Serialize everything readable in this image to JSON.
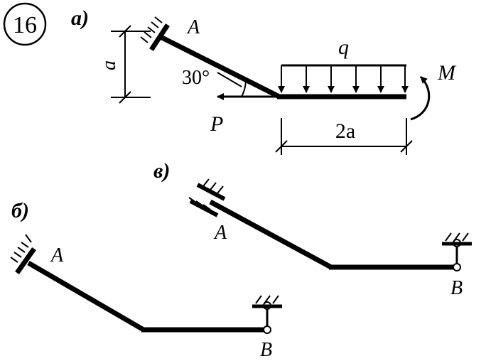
{
  "problem_number": "16",
  "parts": {
    "a": "а)",
    "b": "б)",
    "v": "в)"
  },
  "labels": {
    "support_A": "A",
    "support_B": "B",
    "load_q": "q",
    "moment_M": "M",
    "force_P": "P",
    "dim_a": "a",
    "dim_2a": "2a",
    "angle": "30°"
  }
}
